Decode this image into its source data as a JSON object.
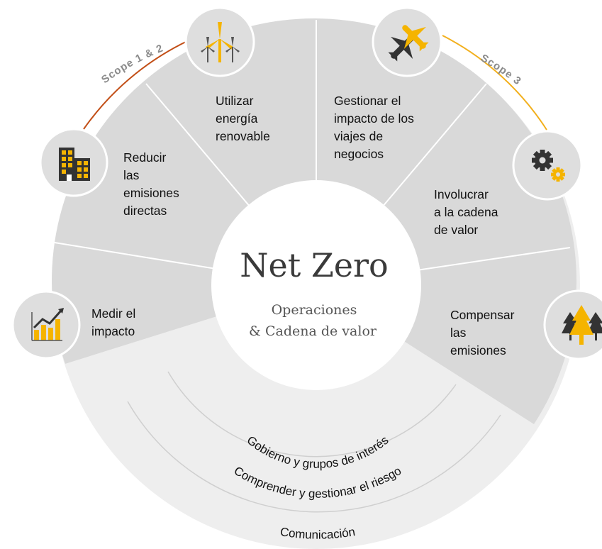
{
  "center": {
    "title": "Net Zero",
    "subtitle_line1": "Operaciones",
    "subtitle_line2": "& Cadena de valor"
  },
  "scopes": {
    "scope12": "Scope 1 & 2",
    "scope3": "Scope 3"
  },
  "segments": [
    {
      "id": "medir",
      "lines": [
        "Medir el",
        "impacto"
      ],
      "icon": "chart-growth-icon"
    },
    {
      "id": "reducir",
      "lines": [
        "Reducir",
        "las",
        "emisiones",
        "directas"
      ],
      "icon": "buildings-icon"
    },
    {
      "id": "renovable",
      "lines": [
        "Utilizar",
        "energía",
        "renovable"
      ],
      "icon": "wind-turbine-icon"
    },
    {
      "id": "viajes",
      "lines": [
        "Gestionar el",
        "impacto de los",
        "viajes de",
        "negocios"
      ],
      "icon": "airplane-icon"
    },
    {
      "id": "cadena",
      "lines": [
        "Involucrar",
        "a la cadena",
        "de valor"
      ],
      "icon": "gears-icon"
    },
    {
      "id": "compensar",
      "lines": [
        "Compensar",
        "las",
        "emisiones"
      ],
      "icon": "trees-icon"
    }
  ],
  "foundation": {
    "ring1": "Gobierno y grupos de interés",
    "ring2": "Comprender y gestionar el riesgo",
    "ring3": "Comunicación"
  },
  "colors": {
    "segment_fill": "#d9d9d9",
    "foundation_fill": "#eeeeee",
    "icon_circle": "#dedede",
    "accent_yellow": "#f5b400",
    "dark_icon": "#333333",
    "scope12_line": "#c24e16",
    "scope3_line": "#f2b01e"
  }
}
